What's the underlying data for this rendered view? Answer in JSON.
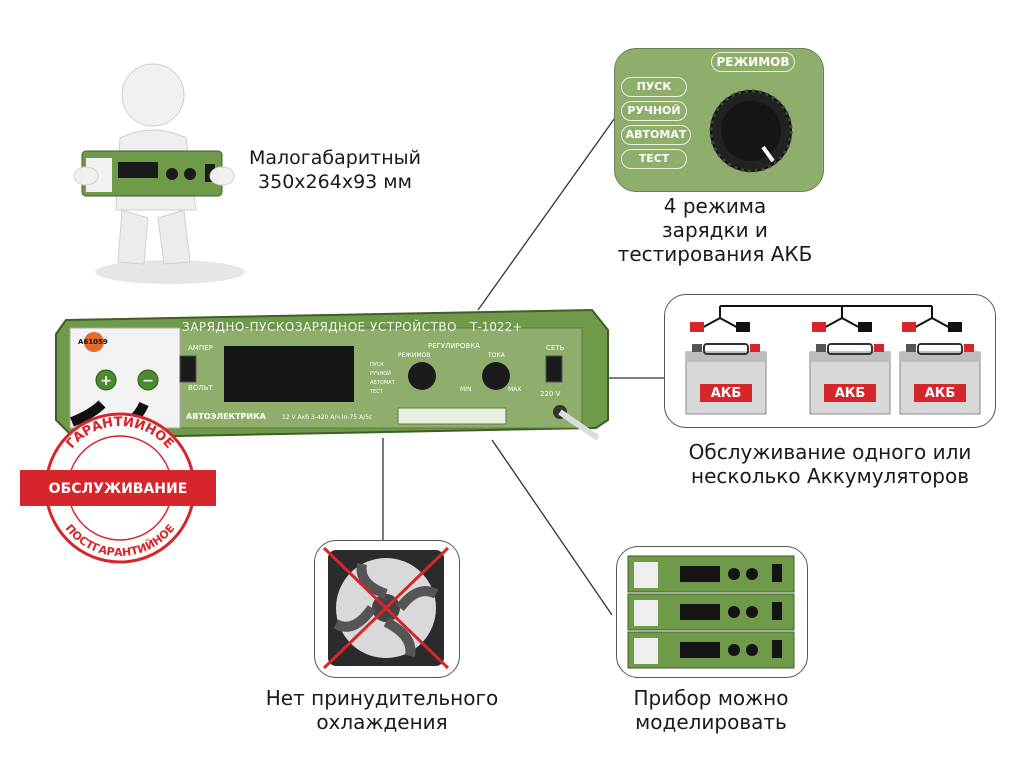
{
  "size_caption": "Малогабаритный\n350x264x93 мм",
  "modes_caption": "4 режима\nзарядки и\nтестирования АКБ",
  "batteries_caption": "Обслуживание одного или\nнесколько Аккумуляторов",
  "fan_caption": "Нет принудительного\nохлаждения",
  "stack_caption": "Прибор можно\nмоделировать",
  "mode_panel": {
    "title": "РЕЖИМОВ",
    "modes": [
      "ПУСК",
      "РУЧНОЙ",
      "АВТОМАТ",
      "ТЕСТ"
    ]
  },
  "battery_label": "АКБ",
  "device": {
    "title": "ЗАРЯДНО-ПУСКОЗАРЯДНОЕ УСТРОЙСТВО",
    "model": "Т-1022+",
    "sticker": "А61059",
    "brand": "АВТОЭЛЕКТРИКА",
    "spec": "12 V Акб 3-420 А/ч   In-75 А/5с",
    "regulation_label": "РЕГУЛИРОВКА",
    "modes_knob_label": "РЕЖИМОВ",
    "current_knob_label": "ТОКА",
    "mode_items": [
      "ПУСК",
      "РУЧНОЙ",
      "АВТОМАТ",
      "ТЕСТ"
    ],
    "min_label": "MIN",
    "max_label": "MAX",
    "ampere_label": "АМПЕР",
    "volt_label": "ВОЛЬТ",
    "network_label": "СЕТЬ",
    "voltage_label": "220 V"
  },
  "badge": {
    "top_text": "ГАРАНТИЙНОЕ",
    "ribbon_text": "ОБСЛУЖИВАНИЕ",
    "bottom_text": "ПОСТГАРАНТИЙНОЕ"
  },
  "colors": {
    "device_green": "#6f9a49",
    "panel_green": "#8fae6c",
    "badge_red": "#d6262b",
    "battery_red": "#d6262b"
  }
}
